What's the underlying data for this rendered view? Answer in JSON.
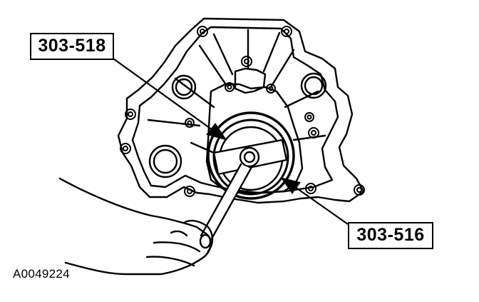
{
  "callouts": {
    "tool_upper": "303-518",
    "tool_lower": "303-516"
  },
  "figure_id": "A0049224",
  "colors": {
    "line": "#000000",
    "background": "#ffffff"
  }
}
